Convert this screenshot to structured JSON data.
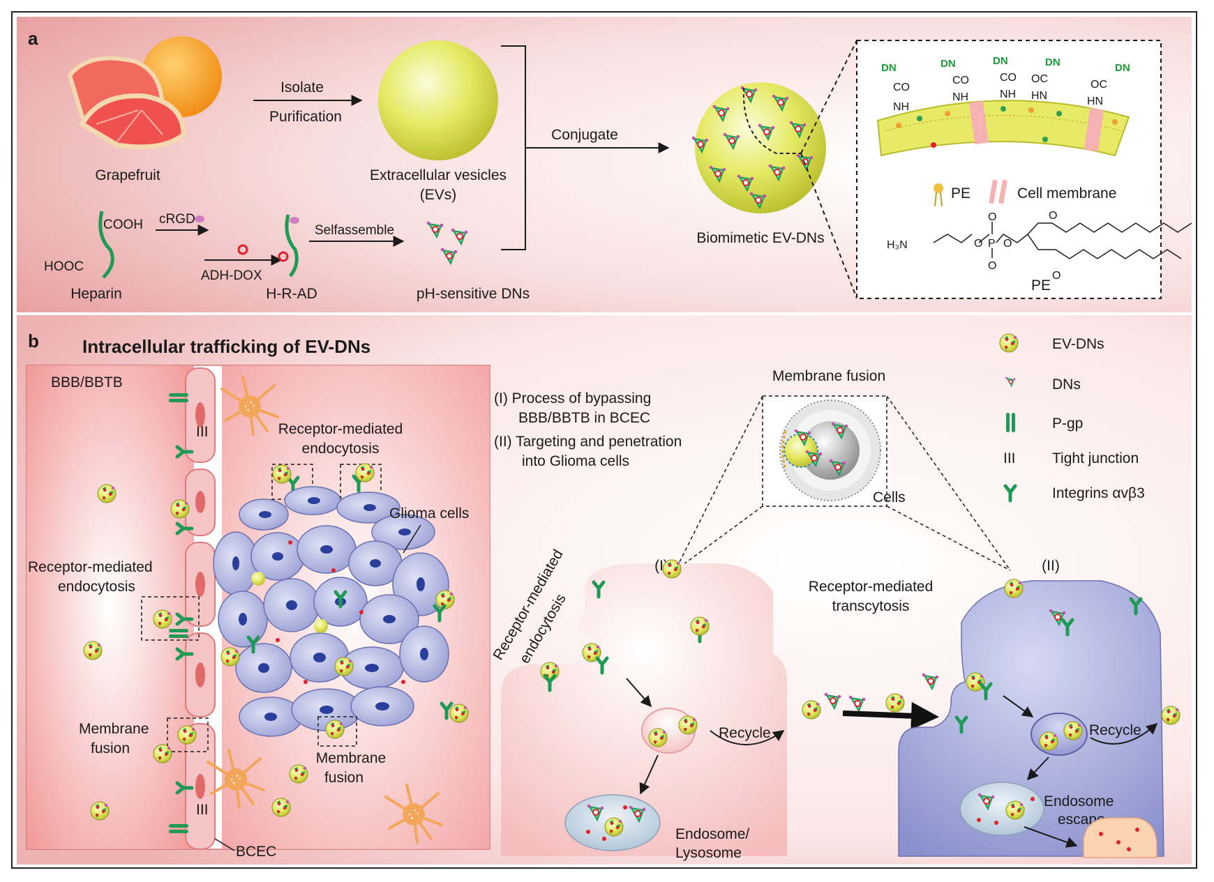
{
  "panel_a": {
    "label": "a",
    "grapefruit": "Grapefruit",
    "isolate": "Isolate",
    "purification": "Purification",
    "ev_line1": "Extracellular vesicles",
    "ev_line2": "(EVs)",
    "conjugate": "Conjugate",
    "biomimetic": "Biomimetic EV-DNs",
    "heparin": "Heparin",
    "cooh": "COOH",
    "hooc": "HOOC",
    "crgd": "cRGD",
    "adh_dox": "ADH-DOX",
    "hrad": "H-R-AD",
    "selfassemble": "Selfassemble",
    "ph_dns": "pH-sensitive DNs",
    "inset": {
      "dn": "DN",
      "co": "CO",
      "oc": "OC",
      "nh": "NH",
      "hn": "HN",
      "pe_legend": "PE",
      "cell_membrane": "Cell membrane",
      "h3n": "H₃N",
      "p": "P",
      "o": "O",
      "pe_label": "PE"
    }
  },
  "panel_b": {
    "label": "b",
    "title": "Intracellular trafficking of EV-DNs",
    "bbb": "BBB/BBTB",
    "rme_top_1": "Receptor-mediated",
    "rme_top_2": "endocytosis",
    "glioma": "Glioma cells",
    "rme_left_1": "Receptor-mediated",
    "rme_left_2": "endocytosis",
    "mf_left_1": "Membrane",
    "mf_left_2": "fusion",
    "mf_mid_1": "Membrane",
    "mf_mid_2": "fusion",
    "bcec": "BCEC",
    "process1_a": "(I) Process of bypassing",
    "process1_b": "BBB/BBTB in BCEC",
    "process2_a": "(II) Targeting and penetration",
    "process2_b": "into Glioma cells",
    "membrane_fusion": "Membrane fusion",
    "cells": "Cells",
    "roman1": "(I)",
    "roman2": "(II)",
    "rme_diag_1": "Receptor-mediated",
    "rme_diag_2": "endocytosis",
    "rmt_1": "Receptor-mediated",
    "rmt_2": "transcytosis",
    "recycle_1": "Recycle",
    "recycle_2": "Recycle",
    "endo_lyso_1": "Endosome/",
    "endo_lyso_2": "Lysosome",
    "endo_escape_1": "Endosome",
    "endo_escape_2": "escape",
    "tight_glyph": "III",
    "legend": [
      {
        "key": "ev_dns",
        "label": "EV-DNs"
      },
      {
        "key": "dns",
        "label": "DNs"
      },
      {
        "key": "pgp",
        "label": "P-gp"
      },
      {
        "key": "tight",
        "label": "Tight junction"
      },
      {
        "key": "integrin",
        "label": "Integrins αvβ3"
      }
    ]
  },
  "colors": {
    "ev_yellow": "#e4e860",
    "dn_green": "#1f9a55",
    "dox_red": "#e0202a",
    "glioma_lavender": "#aab0dc",
    "nucleus_blue": "#2a3e9c",
    "bcec_pink": "#f4b6b6",
    "astrocyte_orange": "#f0a040"
  }
}
